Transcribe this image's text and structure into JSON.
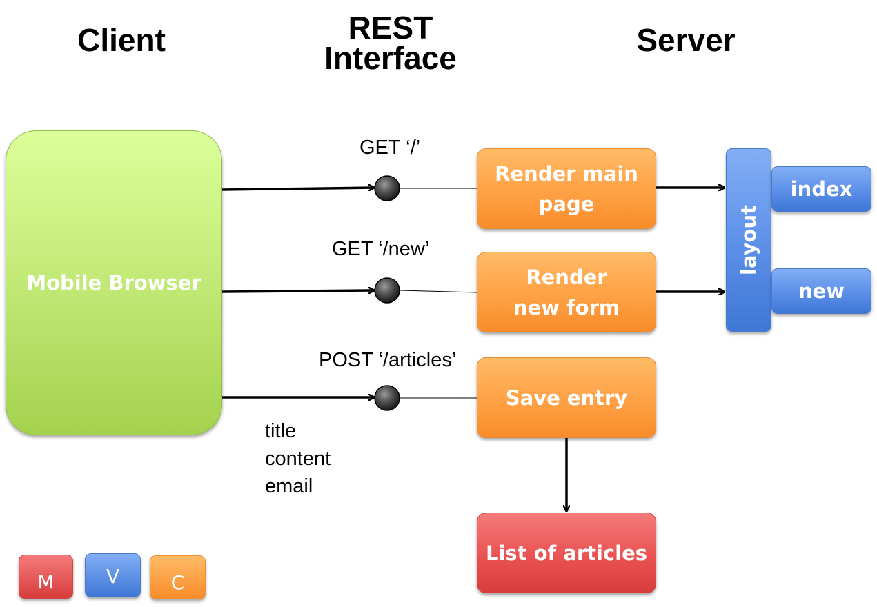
{
  "headers": {
    "client": "Client",
    "rest_line1": "REST",
    "rest_line2": "Interface",
    "server": "Server"
  },
  "client_box": {
    "label": "Mobile Browser"
  },
  "requests": [
    {
      "label": "GET ‘/’",
      "controller": "Render main page"
    },
    {
      "label": "GET ‘/new’",
      "controller": "Render new form"
    },
    {
      "label": "POST ‘/articles’",
      "controller": "Save entry"
    }
  ],
  "post_params": [
    "title",
    "content",
    "email"
  ],
  "model": {
    "label": "List of articles"
  },
  "views": {
    "layout": "layout",
    "index": "index",
    "new": "new"
  },
  "legend": {
    "m": "M",
    "v": "V",
    "c": "C"
  },
  "colors": {
    "model_red": "#e84e4e",
    "view_blue": "#5b8fe8",
    "controller_orange": "#ffa348",
    "client_green": "#b8e06a"
  }
}
